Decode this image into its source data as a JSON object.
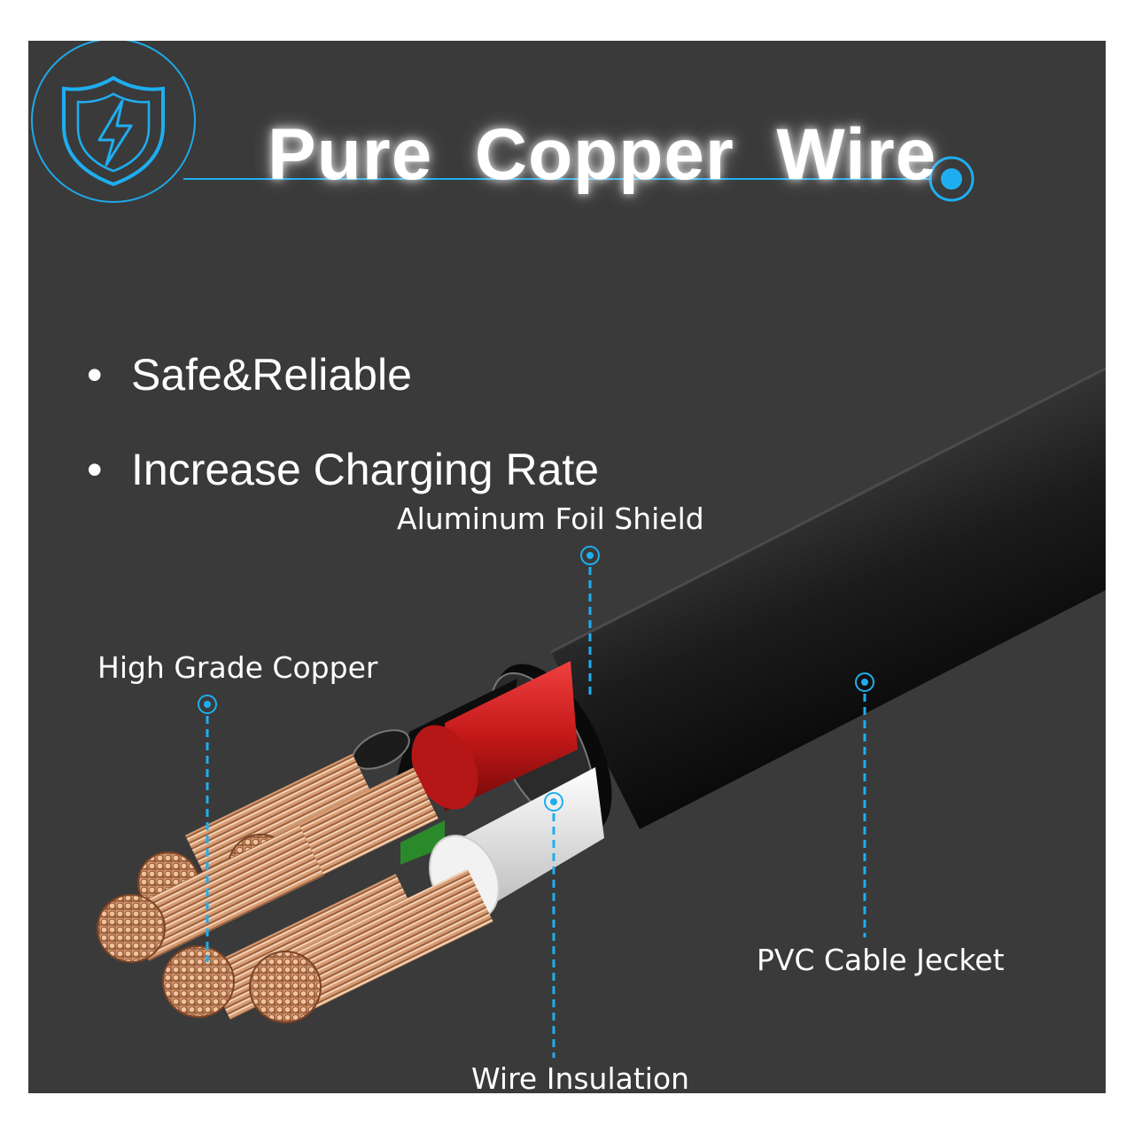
{
  "header": {
    "title": "Pure  Copper  Wire",
    "badge_icon": "shield-lightning-icon",
    "accent_color": "#1eaef0"
  },
  "features": [
    "Safe&Reliable",
    "Increase Charging Rate"
  ],
  "callouts": {
    "foil_shield": "Aluminum Foil Shield",
    "copper": "High Grade Copper",
    "jacket": "PVC Cable Jecket",
    "insulation": "Wire Insulation"
  },
  "colors": {
    "background": "#3a3a3a",
    "jacket": "#111111",
    "red_wire": "#c41818",
    "white_wire": "#e8e8e8",
    "green_wire": "#2a8a2a",
    "copper": "#d29a72"
  }
}
